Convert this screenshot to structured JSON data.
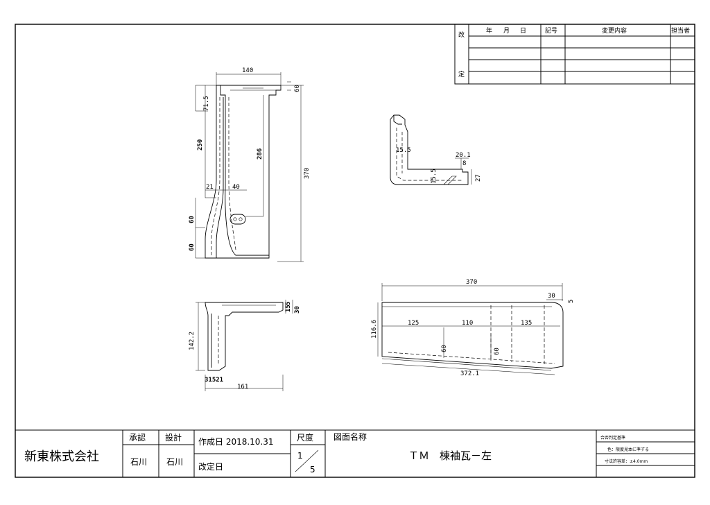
{
  "revision_table": {
    "kai": "改",
    "tei": "定",
    "headers": {
      "year": "年",
      "month": "月",
      "day": "日",
      "symbol": "記号",
      "content": "変更内容",
      "person": "担当者"
    }
  },
  "title_block": {
    "company": "新東株式会社",
    "approval_label": "承認",
    "design_label": "設計",
    "approver": "石川",
    "designer": "石川",
    "created_date": "作成日 2018.10.31",
    "revised_date_label": "改定日",
    "scale_label": "尺度",
    "scale_numerator": "1",
    "scale_denominator": "5",
    "drawing_name_label": "図面名称",
    "drawing_name": "ＴＭ　棟袖瓦－左",
    "criteria_title": "合否判定基準",
    "criteria_color": "色：限度見本に準ずる",
    "criteria_tolerance": "寸法許容差：±4.0mm"
  },
  "dimensions": {
    "front": {
      "width_top": "140",
      "h_71_5": "71.5",
      "h_250": "250",
      "h_286": "286",
      "h_370": "370",
      "w_21": "21",
      "w_40": "40",
      "h_60a": "60",
      "h_60b": "60",
      "top_right": "60"
    },
    "section": {
      "d_15_5a": "15.5",
      "d_20_1": "20.1",
      "d_8": "8",
      "d_15_5b": "15.5",
      "d_27": "27"
    },
    "top": {
      "h_142_2": "142.2",
      "d_15": "15",
      "d_5": "5",
      "d_30": "30",
      "w_161": "161",
      "d_31521": "31521"
    },
    "side": {
      "w_370": "370",
      "d_30": "30",
      "d_5": "5",
      "h_116_6": "116.6",
      "w_125": "125",
      "w_110": "110",
      "w_135": "135",
      "h_60a": "60",
      "h_60b": "60",
      "w_372_1": "372.1"
    }
  }
}
